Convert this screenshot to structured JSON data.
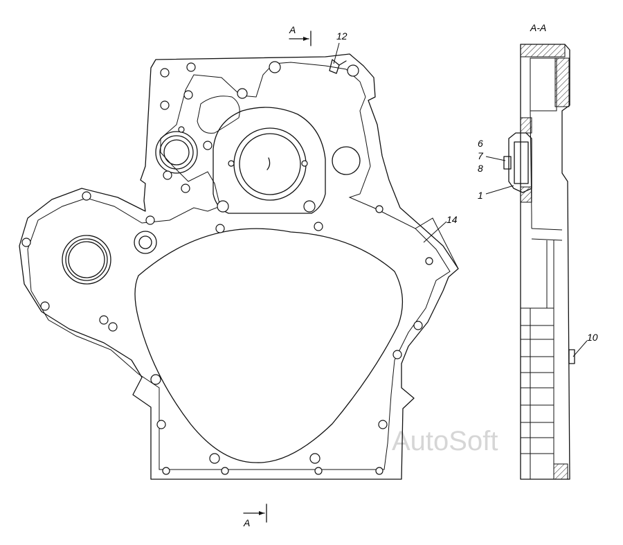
{
  "section_title": "A-A",
  "section_marks": [
    "A",
    "A"
  ],
  "callouts": {
    "c12": "12",
    "c14": "14",
    "c6": "6",
    "c7": "7",
    "c8": "8",
    "c1": "1",
    "c10": "10"
  },
  "watermark": "AutoSoft"
}
